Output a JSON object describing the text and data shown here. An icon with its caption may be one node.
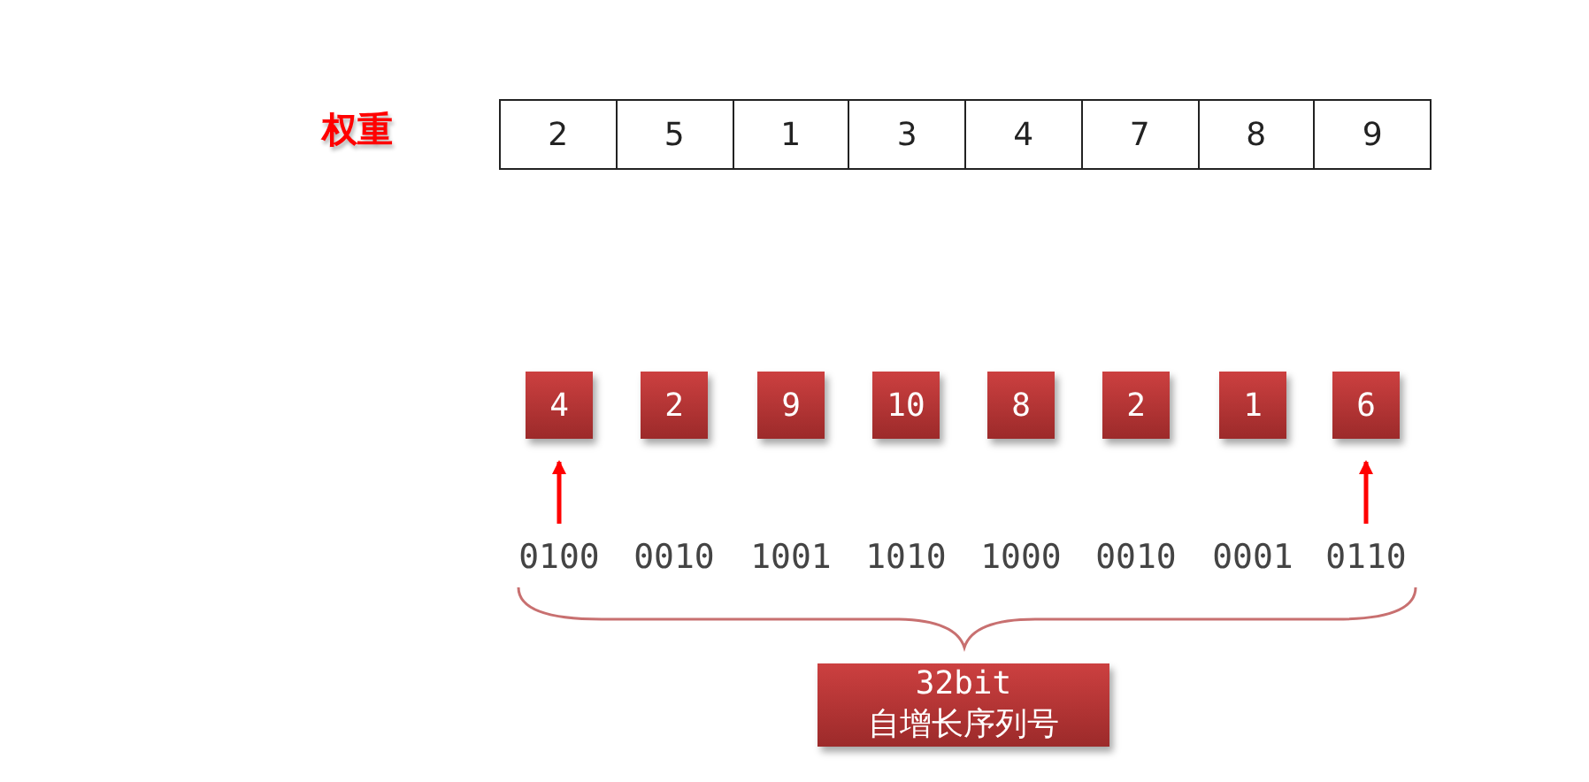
{
  "diagram": {
    "nodes": [
      {
        "text": [
          "2"
        ]
      },
      {
        "text": [
          "5"
        ]
      },
      {
        "text": [
          "1"
        ]
      },
      {
        "text": [
          "3"
        ]
      },
      {
        "text": [
          "4"
        ]
      },
      {
        "text": [
          "7"
        ]
      },
      {
        "text": [
          "8"
        ]
      },
      {
        "text": [
          "9"
        ]
      },
      {
        "text": [
          "4"
        ]
      },
      {
        "text": [
          "2"
        ]
      },
      {
        "text": [
          "9"
        ]
      },
      {
        "text": [
          "10"
        ]
      },
      {
        "text": [
          "8"
        ]
      },
      {
        "text": [
          "2"
        ]
      },
      {
        "text": [
          "1"
        ]
      },
      {
        "text": [
          "6"
        ]
      },
      {
        "text": [
          "0100"
        ]
      },
      {
        "text": [
          "0010"
        ]
      },
      {
        "text": [
          "1001"
        ]
      },
      {
        "text": [
          "1010"
        ]
      },
      {
        "text": [
          "1000"
        ]
      },
      {
        "text": [
          "0010"
        ]
      },
      {
        "text": [
          "0001"
        ]
      },
      {
        "text": [
          "0110"
        ]
      },
      {
        "text": [
          "32bit",
          "自增长序列号"
        ]
      }
    ],
    "edges": [
      {
        "from": 16,
        "to": 8,
        "arrow": "to"
      },
      {
        "from": 23,
        "to": 15,
        "arrow": "to"
      }
    ],
    "labels": [
      "权重"
    ]
  }
}
